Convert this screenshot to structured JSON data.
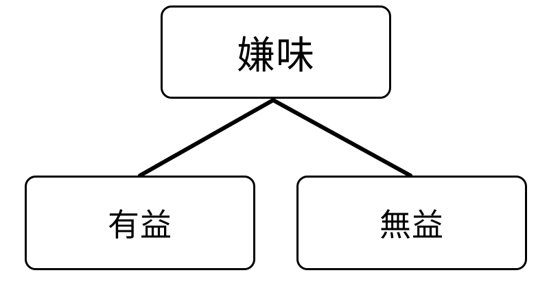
{
  "diagram": {
    "root": {
      "label": "嫌味"
    },
    "children": [
      {
        "label": "有益"
      },
      {
        "label": "無益"
      }
    ],
    "colors": {
      "stroke": "#000000",
      "fill": "#ffffff",
      "text": "#000000"
    }
  }
}
